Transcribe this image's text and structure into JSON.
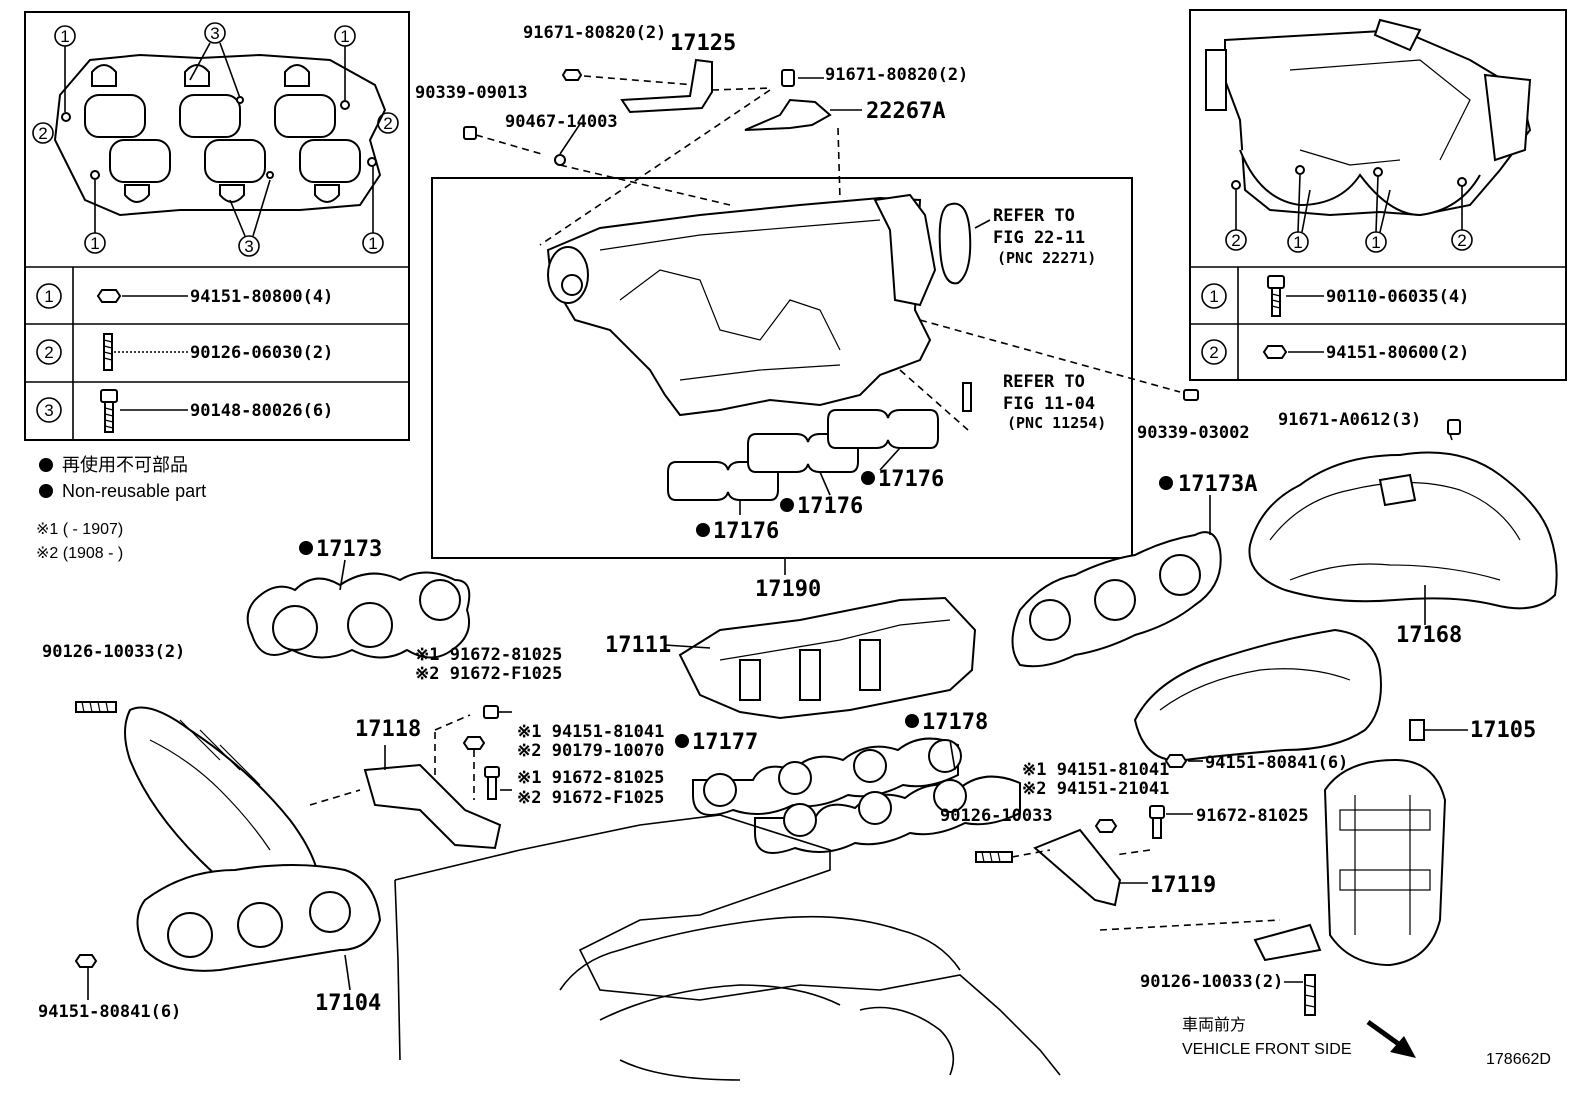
{
  "labels": {
    "p91671_80820_a": "91671-80820(2)",
    "p17125": "17125",
    "p91671_80820_b": "91671-80820(2)",
    "p90339_09013": "90339-09013",
    "p90467_14003": "90467-14003",
    "p22267A": "22267A",
    "refer1_a": "REFER TO",
    "refer1_b": "FIG 22-11",
    "refer1_c": "(PNC 22271)",
    "refer2_a": "REFER TO",
    "refer2_b": "FIG 11-04",
    "refer2_c": "(PNC 11254)",
    "p90339_03002": "90339-03002",
    "p17176_a": "17176",
    "p17176_b": "17176",
    "p17176_c": "17176",
    "p17190": "17190",
    "p17173": "17173",
    "p17173A": "17173A",
    "p91671_A0612": "91671-A0612(3)",
    "p17168": "17168",
    "p17111": "17111",
    "p90126_10033_2a": "90126-10033(2)",
    "n1_91672_81025": "※1 91672-81025",
    "n2_91672_F1025": "※2 91672-F1025",
    "p17118": "17118",
    "n1_94151_81041": "※1 94151-81041",
    "n2_90179_10070": "※2 90179-10070",
    "n1_91672_81025_b": "※1 91672-81025",
    "n2_91672_F1025_b": "※2 91672-F1025",
    "p17177": "17177",
    "p17178": "17178",
    "p17105": "17105",
    "p94151_80841_r": "94151-80841(6)",
    "n1_94151_81041_r": "※1 94151-81041",
    "n2_94151_21041_r": "※2 94151-21041",
    "p90126_10033": "90126-10033",
    "p91672_81025_r": "91672-81025",
    "p17119": "17119",
    "p90126_10033_2b": "90126-10033(2)",
    "p94151_80841_l": "94151-80841(6)",
    "p17104": "17104",
    "front_jp": "車両前方",
    "front_en": "VEHICLE FRONT SIDE",
    "fig_id": "178662D"
  },
  "legend": {
    "jp": "再使用不可部品",
    "en": "Non-reusable part",
    "note1": "※1 (       - 1907)",
    "note2": "※2 (1908  -       )"
  },
  "left_table": {
    "top_callouts": [
      "1",
      "3",
      "1",
      "2",
      "2",
      "1",
      "3",
      "1"
    ],
    "rows": [
      {
        "num": "1",
        "part": "94151-80800(4)"
      },
      {
        "num": "2",
        "part": "90126-06030(2)"
      },
      {
        "num": "3",
        "part": "90148-80026(6)"
      }
    ]
  },
  "right_table": {
    "top_callouts": [
      "2",
      "1",
      "1",
      "2"
    ],
    "rows": [
      {
        "num": "1",
        "part": "90110-06035(4)"
      },
      {
        "num": "2",
        "part": "94151-80600(2)"
      }
    ]
  }
}
